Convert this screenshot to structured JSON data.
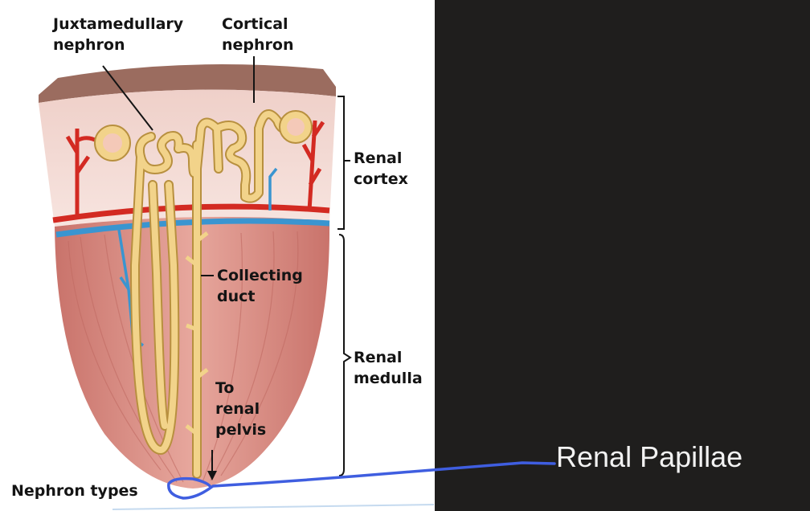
{
  "figure": {
    "labels": {
      "juxtamedullary": "Juxtamedullary\nnephron",
      "cortical": "Cortical\nnephron",
      "renal_cortex": "Renal\ncortex",
      "collecting_duct": "Collecting\nduct",
      "renal_medulla": "Renal\nmedulla",
      "to_renal_pelvis": "To\nrenal\npelvis",
      "nephron_types": "Nephron types"
    },
    "colors": {
      "capsule": "#9b6c5f",
      "cortex": "#f2d8d2",
      "medulla": "#d98c82",
      "artery": "#d32a22",
      "vein": "#3a95d0",
      "tubule": "#f2d38a",
      "tubule_outline": "#b8903f"
    }
  },
  "annotation": {
    "label": "Renal Papillae",
    "line_color": "#3f5ee0"
  },
  "panel": {
    "background": "#1f1e1d"
  }
}
